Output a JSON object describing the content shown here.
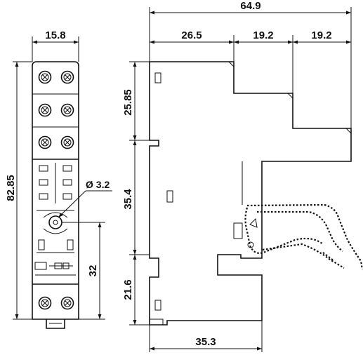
{
  "dimensions": {
    "front_width": "15.8",
    "front_height": "82.85",
    "hole_diameter": "Ø 3.2",
    "front_lower": "32",
    "side_total_width": "64.9",
    "side_seg1": "26.5",
    "side_seg2": "19.2",
    "side_seg3": "19.2",
    "side_h1": "25.85",
    "side_h2": "35.4",
    "side_h3": "21.6",
    "side_base": "35.3"
  }
}
